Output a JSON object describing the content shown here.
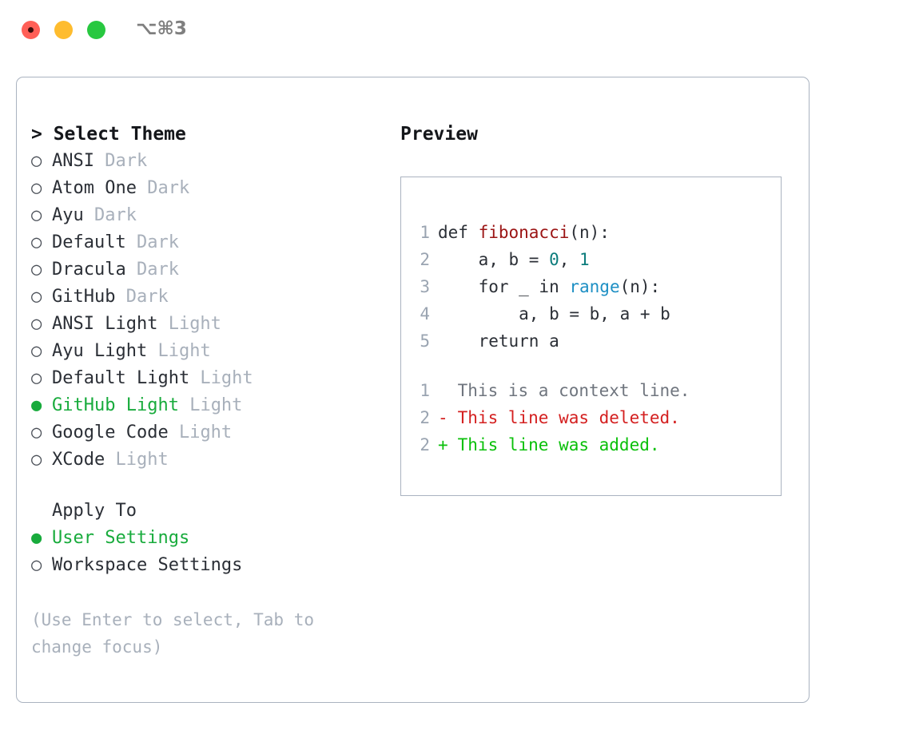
{
  "window": {
    "shortcut": "⌥⌘3",
    "traffic_lights": [
      {
        "name": "close",
        "color": "#ff5f57"
      },
      {
        "name": "minimize",
        "color": "#febc2e"
      },
      {
        "name": "maximize",
        "color": "#28c840"
      }
    ]
  },
  "colors": {
    "accent_green": "#18ab3c",
    "muted": "#a8b0bb",
    "text": "#2b2f36",
    "border": "#aab3c0",
    "diff_add": "#0ac00a",
    "diff_del": "#d42020",
    "syntax_function": "#9b1414",
    "syntax_number": "#0c7c7c",
    "syntax_builtin": "#1d8fc4",
    "lineno": "#9aa4b1"
  },
  "theme_panel": {
    "prompt": ">",
    "header": "Select Theme",
    "bullet_selected": "●",
    "bullet_unselected": "○",
    "items": [
      {
        "name": "ANSI",
        "kind": "Dark",
        "selected": false
      },
      {
        "name": "Atom One",
        "kind": "Dark",
        "selected": false
      },
      {
        "name": "Ayu",
        "kind": "Dark",
        "selected": false
      },
      {
        "name": "Default",
        "kind": "Dark",
        "selected": false
      },
      {
        "name": "Dracula",
        "kind": "Dark",
        "selected": false
      },
      {
        "name": "GitHub",
        "kind": "Dark",
        "selected": false
      },
      {
        "name": "ANSI Light",
        "kind": "Light",
        "selected": false
      },
      {
        "name": "Ayu Light",
        "kind": "Light",
        "selected": false
      },
      {
        "name": "Default Light",
        "kind": "Light",
        "selected": false
      },
      {
        "name": "GitHub Light",
        "kind": "Light",
        "selected": true
      },
      {
        "name": "Google Code",
        "kind": "Light",
        "selected": false
      },
      {
        "name": "XCode",
        "kind": "Light",
        "selected": false
      }
    ]
  },
  "apply_to": {
    "header": "Apply To",
    "options": [
      {
        "label": "User Settings",
        "selected": true
      },
      {
        "label": "Workspace Settings",
        "selected": false
      }
    ]
  },
  "hint": "(Use Enter to select, Tab to change focus)",
  "preview": {
    "header": "Preview",
    "code_lines": [
      {
        "lineno": "1",
        "tokens": [
          {
            "text": "def ",
            "type": "plain"
          },
          {
            "text": "fibonacci",
            "type": "function"
          },
          {
            "text": "(n):",
            "type": "plain"
          }
        ]
      },
      {
        "lineno": "2",
        "tokens": [
          {
            "text": "    a, b = ",
            "type": "plain"
          },
          {
            "text": "0",
            "type": "number"
          },
          {
            "text": ", ",
            "type": "plain"
          },
          {
            "text": "1",
            "type": "number"
          }
        ]
      },
      {
        "lineno": "3",
        "tokens": [
          {
            "text": "    for _ in ",
            "type": "plain"
          },
          {
            "text": "range",
            "type": "builtin"
          },
          {
            "text": "(n):",
            "type": "plain"
          }
        ]
      },
      {
        "lineno": "4",
        "tokens": [
          {
            "text": "        a, b = b, a + b",
            "type": "plain"
          }
        ]
      },
      {
        "lineno": "5",
        "tokens": [
          {
            "text": "    return a",
            "type": "plain"
          }
        ]
      }
    ],
    "diff_lines": [
      {
        "lineno": "1",
        "marker": " ",
        "text": "This is a context line.",
        "type": "context"
      },
      {
        "lineno": "2",
        "marker": "-",
        "text": "This line was deleted.",
        "type": "deleted"
      },
      {
        "lineno": "2",
        "marker": "+",
        "text": "This line was added.",
        "type": "added"
      }
    ]
  }
}
